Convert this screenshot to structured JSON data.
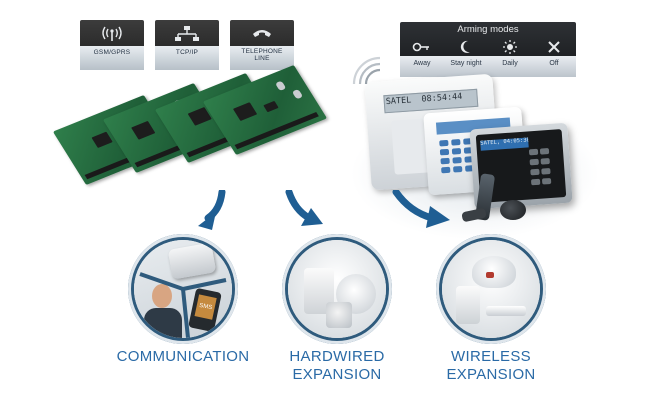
{
  "channels": [
    {
      "label": "GSM/GPRS",
      "icon": "antenna-icon"
    },
    {
      "label": "TCP/IP",
      "icon": "network-icon"
    },
    {
      "label": "TELEPHONE\nLINE",
      "icon": "telephone-icon"
    }
  ],
  "arming_panel": {
    "title": "Arming modes",
    "modes": [
      {
        "label": "Away",
        "icon": "key-icon"
      },
      {
        "label": "Stay night",
        "icon": "moon-icon"
      },
      {
        "label": "Daily",
        "icon": "sun-icon"
      },
      {
        "label": "Off",
        "icon": "x-icon"
      }
    ]
  },
  "devices": {
    "keypad_lcd_1": "SATEL  08:54:44",
    "keypad_lcd_3": "SATEL, 04:05:38"
  },
  "categories": [
    {
      "label": "COMMUNICATION"
    },
    {
      "label": "HARDWIRED\nEXPANSION"
    },
    {
      "label": "WIRELESS\nEXPANSION"
    }
  ],
  "colors": {
    "accent": "#2a6aa6",
    "arrow": "#1f5e93",
    "circle_ring": "#2f5b7d"
  }
}
